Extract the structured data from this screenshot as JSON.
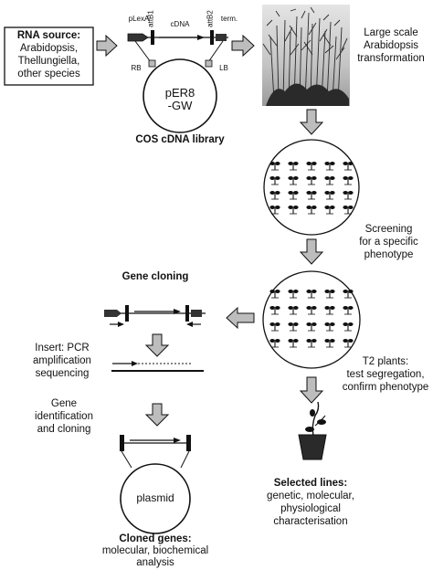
{
  "rna_source": {
    "title": "RNA source:",
    "lines": [
      "Arabidopsis,",
      "Thellungiella,",
      "other species"
    ]
  },
  "vector": {
    "plexa": "pLexA",
    "attb1": "attB1",
    "cdna": "cDNA",
    "attb2": "attB2",
    "term": "term.",
    "rb": "RB",
    "lb": "LB",
    "plasmid": [
      "pER8",
      "-GW"
    ]
  },
  "library_caption": "COS cDNA library",
  "transformation": [
    "Large scale",
    "Arabidopsis",
    "transformation"
  ],
  "screening": [
    "Screening",
    "for a specific",
    "phenotype"
  ],
  "t2": [
    "T2 plants:",
    "test segregation,",
    "confirm phenotype"
  ],
  "gene_cloning": "Gene cloning",
  "insert": [
    "Insert: PCR",
    "amplification",
    "sequencing"
  ],
  "gene_id": [
    "Gene",
    "identification",
    "and cloning"
  ],
  "plasmid_label": "plasmid",
  "cloned_genes": {
    "title": "Cloned genes:",
    "lines": [
      "molecular, biochemical",
      "analysis"
    ]
  },
  "selected_lines": {
    "title": "Selected lines:",
    "lines": [
      "genetic, molecular,",
      "physiological",
      "characterisation"
    ]
  },
  "colors": {
    "ink": "#111111",
    "arrow_fill": "#bdbdbd",
    "photo_dark": "#2a2a2a",
    "photo_light": "#c8c8c8"
  }
}
